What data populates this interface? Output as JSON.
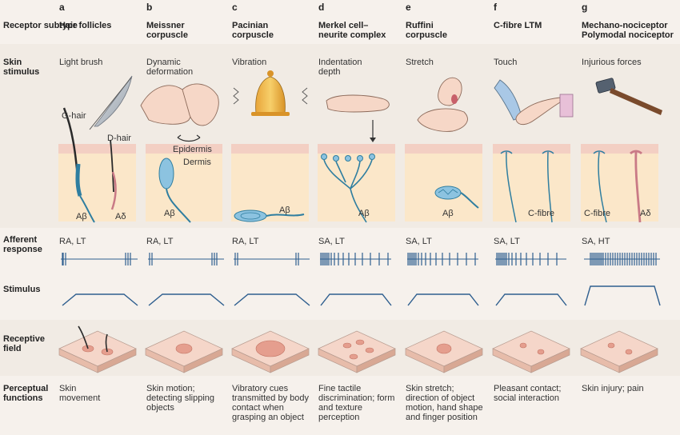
{
  "row_labels": {
    "receptor_subtype": "Receptor subtype",
    "skin_stimulus": "Skin stimulus",
    "afferent_response": "Afferent response",
    "stimulus": "Stimulus",
    "receptive_field": "Receptive field",
    "perceptual_functions": "Perceptual functions"
  },
  "columns": [
    {
      "letter": "a",
      "name": "Hair follicles",
      "stimulus": "Light brush",
      "response": "RA, LT",
      "perception": "Skin movement"
    },
    {
      "letter": "b",
      "name": "Meissner corpuscle",
      "stimulus": "Dynamic deformation",
      "response": "RA, LT",
      "perception": "Skin motion; detecting slipping objects"
    },
    {
      "letter": "c",
      "name": "Pacinian corpuscle",
      "stimulus": "Vibration",
      "response": "RA, LT",
      "perception": "Vibratory cues transmitted by body contact when grasping an object"
    },
    {
      "letter": "d",
      "name": "Merkel cell–neurite complex",
      "stimulus": "Indentation depth",
      "response": "SA, LT",
      "perception": "Fine tactile discrimination; form and texture perception"
    },
    {
      "letter": "e",
      "name": "Ruffini corpuscle",
      "stimulus": "Stretch",
      "response": "SA, LT",
      "perception": "Skin stretch; direction of object motion, hand shape and finger position"
    },
    {
      "letter": "f",
      "name": "C-fibre LTM",
      "stimulus": "Touch",
      "response": "SA, LT",
      "perception": "Pleasant contact; social interaction"
    },
    {
      "letter": "g",
      "name": "Mechano-nociceptor Polymodal nociceptor",
      "stimulus": "Injurious forces",
      "response": "SA, HT",
      "perception": "Skin injury; pain"
    }
  ],
  "skin_labels": {
    "g_hair": "G-hair",
    "d_hair": "D-hair",
    "epidermis": "Epidermis",
    "dermis": "Dermis",
    "abeta": "Aβ",
    "adelta": "Aδ",
    "cfibre": "C-fibre"
  },
  "colors": {
    "background": "#f6f1ec",
    "epidermis": "#f3cfc3",
    "dermis": "#fbe7c9",
    "nerve": "#2f7ea0",
    "spike": "#2f5f8f",
    "field": "#f0c6b6"
  }
}
